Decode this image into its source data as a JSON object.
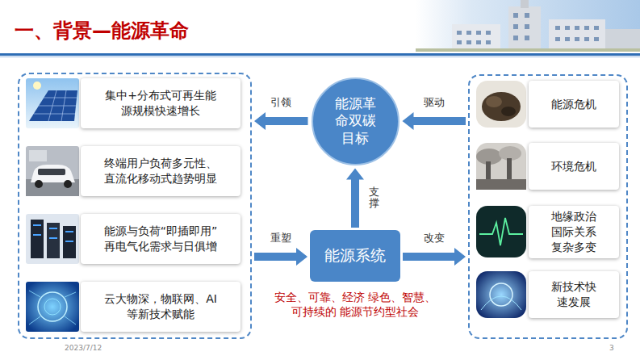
{
  "diagram": {
    "title": "一、背景—能源革命",
    "nodes": [
      {
        "text": []
      },
      {
        "text": [
          "集中+分布式可再生能 源规模快速增长"
        ],
        "in": 0
      },
      {
        "text": [
          "终端用户负荷多元性、 直流化移动式趋势明显"
        ],
        "in": 0
      },
      {
        "text": [
          "能源与负荷“即插即用” 再电气化需求与日俱增"
        ],
        "in": 0
      },
      {
        "text": [
          "云大物深，物联网、AI 等新技术赋能"
        ],
        "in": 0
      },
      {
        "text": [
          "能源革 命双碳 目标"
        ]
      },
      {
        "text": [
          "能源系统"
        ]
      },
      {
        "text": []
      },
      {
        "text": [
          "能源危机"
        ],
        "in": 7
      },
      {
        "text": [
          "环境危机"
        ],
        "in": 7
      },
      {
        "text": [
          "地缘政治 国际关系 复杂多变"
        ],
        "in": 7
      },
      {
        "text": [
          "新技术快 速发展"
        ],
        "in": 7
      }
    ],
    "edges": [
      {
        "from": 5,
        "to": 0,
        "arrow": "to",
        "label": "引领"
      },
      {
        "from": 7,
        "to": 5,
        "arrow": "to",
        "label": "驱动"
      },
      {
        "from": 6,
        "to": 5,
        "arrow": "to",
        "label": "支撑"
      },
      {
        "from": 0,
        "to": 6,
        "arrow": "to",
        "label": "重塑"
      },
      {
        "from": 6,
        "to": 7,
        "arrow": "to",
        "label": "改变"
      }
    ],
    "labels": [
      "2023/7/12",
      "3",
      "安全、可靠、经济 绿色、智慧、可持续的 能源节约型社会"
    ]
  }
}
